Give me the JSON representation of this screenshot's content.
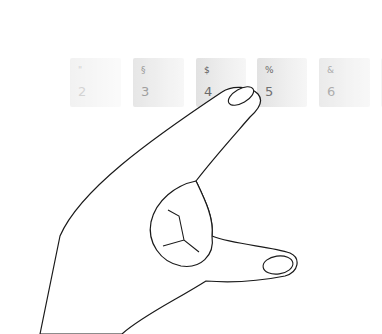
{
  "diagram": {
    "nodes": [
      {
        "text": [
          "\"",
          "2"
        ]
      },
      {
        "text": [
          "§",
          "3"
        ]
      },
      {
        "text": [
          "$",
          "4"
        ]
      },
      {
        "text": [
          "%",
          "5"
        ]
      },
      {
        "text": [
          "&",
          "6"
        ]
      }
    ]
  }
}
